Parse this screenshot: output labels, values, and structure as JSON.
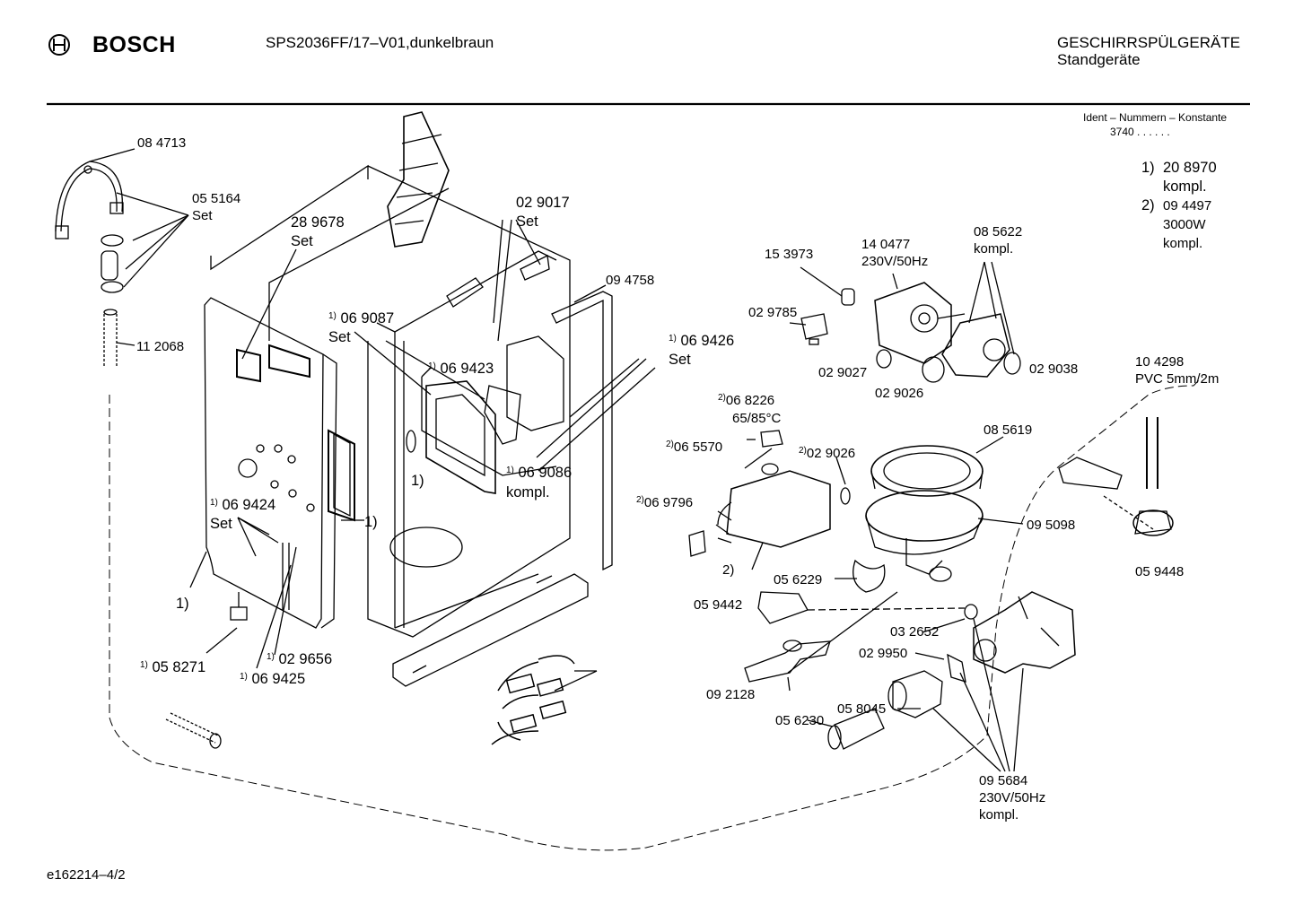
{
  "header": {
    "brand": "BOSCH",
    "model": "SPS2036FF/17–V01,dunkelbraun",
    "category": "GESCHIRRSPÜLGERÄTE",
    "subcategory": "Standgeräte",
    "ident_label": "Ident – Nummern – Konstante",
    "ident_value": "3740  .  .   .  .  .  ."
  },
  "notes": {
    "n1_mark": "1)",
    "n1_line1": "20 8970",
    "n1_line2": "kompl.",
    "n2_mark": "2)",
    "n2_line1": "09 4497",
    "n2_line2": "3000W",
    "n2_line3": "kompl."
  },
  "parts": {
    "p084713": "08 4713",
    "p055164": "05 5164",
    "p055164_set": "Set",
    "p289678": "28 9678",
    "p289678_set": "Set",
    "p112068": "11 2068",
    "p029017": "02 9017",
    "p029017_set": "Set",
    "p094758": "09 4758",
    "p069087_mark": "1)",
    "p069087": "06 9087",
    "p069087_set": "Set",
    "p069423_mark": "1)",
    "p069423": "06 9423",
    "p069426_mark": "1)",
    "p069426": "06 9426",
    "p069426_set": "Set",
    "p069086_mark": "1)",
    "p069086": "06 9086",
    "p069086_kompl": "kompl.",
    "p069424_mark": "1)",
    "p069424": "06 9424",
    "p069424_set": "Set",
    "door_note": "1)",
    "frame_note": "1)",
    "pane_note": "1)",
    "p058271_mark": "1)",
    "p058271": "05 8271",
    "p029656_mark": "1)",
    "p029656": "02 9656",
    "p069425_mark": "1)",
    "p069425": "06 9425",
    "p153973": "15 3973",
    "p140477": "14 0477",
    "p140477_spec": "230V/50Hz",
    "p085622": "08 5622",
    "p085622_kompl": "kompl.",
    "p029785": "02 9785",
    "p029027": "02 9027",
    "p029026a": "02 9026",
    "p029038": "02 9038",
    "p104298": "10 4298",
    "p104298_spec": "PVC 5mm/2m",
    "p068226_mark": "2)",
    "p068226": "06 8226",
    "p068226_spec": "65/85°C",
    "p065570_mark": "2)",
    "p065570": "06 5570",
    "p029026b_mark": "2)",
    "p029026b": "02 9026",
    "p085619": "08 5619",
    "p069796_mark": "2)",
    "p069796": "06 9796",
    "heater_note": "2)",
    "p095098": "09 5098",
    "p059448": "05 9448",
    "p056229": "05 6229",
    "p059442": "05 9442",
    "p032652": "03 2652",
    "p029950": "02 9950",
    "p058045": "05 8045",
    "p092128": "09 2128",
    "p056230": "05 6230",
    "p095684": "09 5684",
    "p095684_spec": "230V/50Hz",
    "p095684_kompl": "kompl."
  },
  "footer": {
    "code": "e162214–4/2"
  }
}
